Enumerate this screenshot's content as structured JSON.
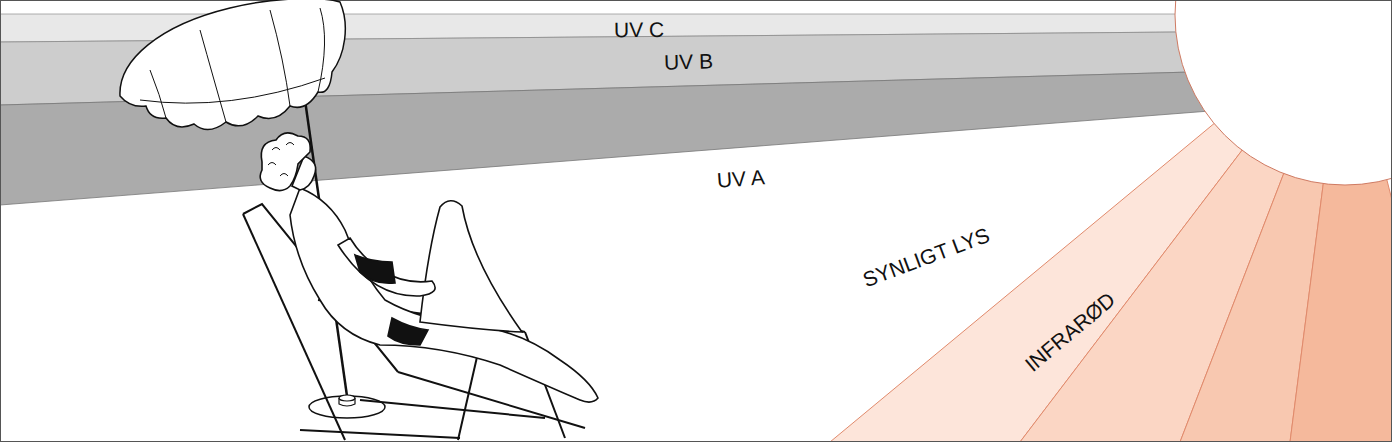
{
  "diagram": {
    "nodes": [
      {
        "text": [
          "UV C"
        ]
      },
      {
        "text": [
          "UV B"
        ]
      },
      {
        "text": [
          "UV A"
        ]
      },
      {
        "text": [
          "SYNLIGT LYS"
        ]
      },
      {
        "text": [
          "INFRARØD"
        ]
      }
    ]
  }
}
